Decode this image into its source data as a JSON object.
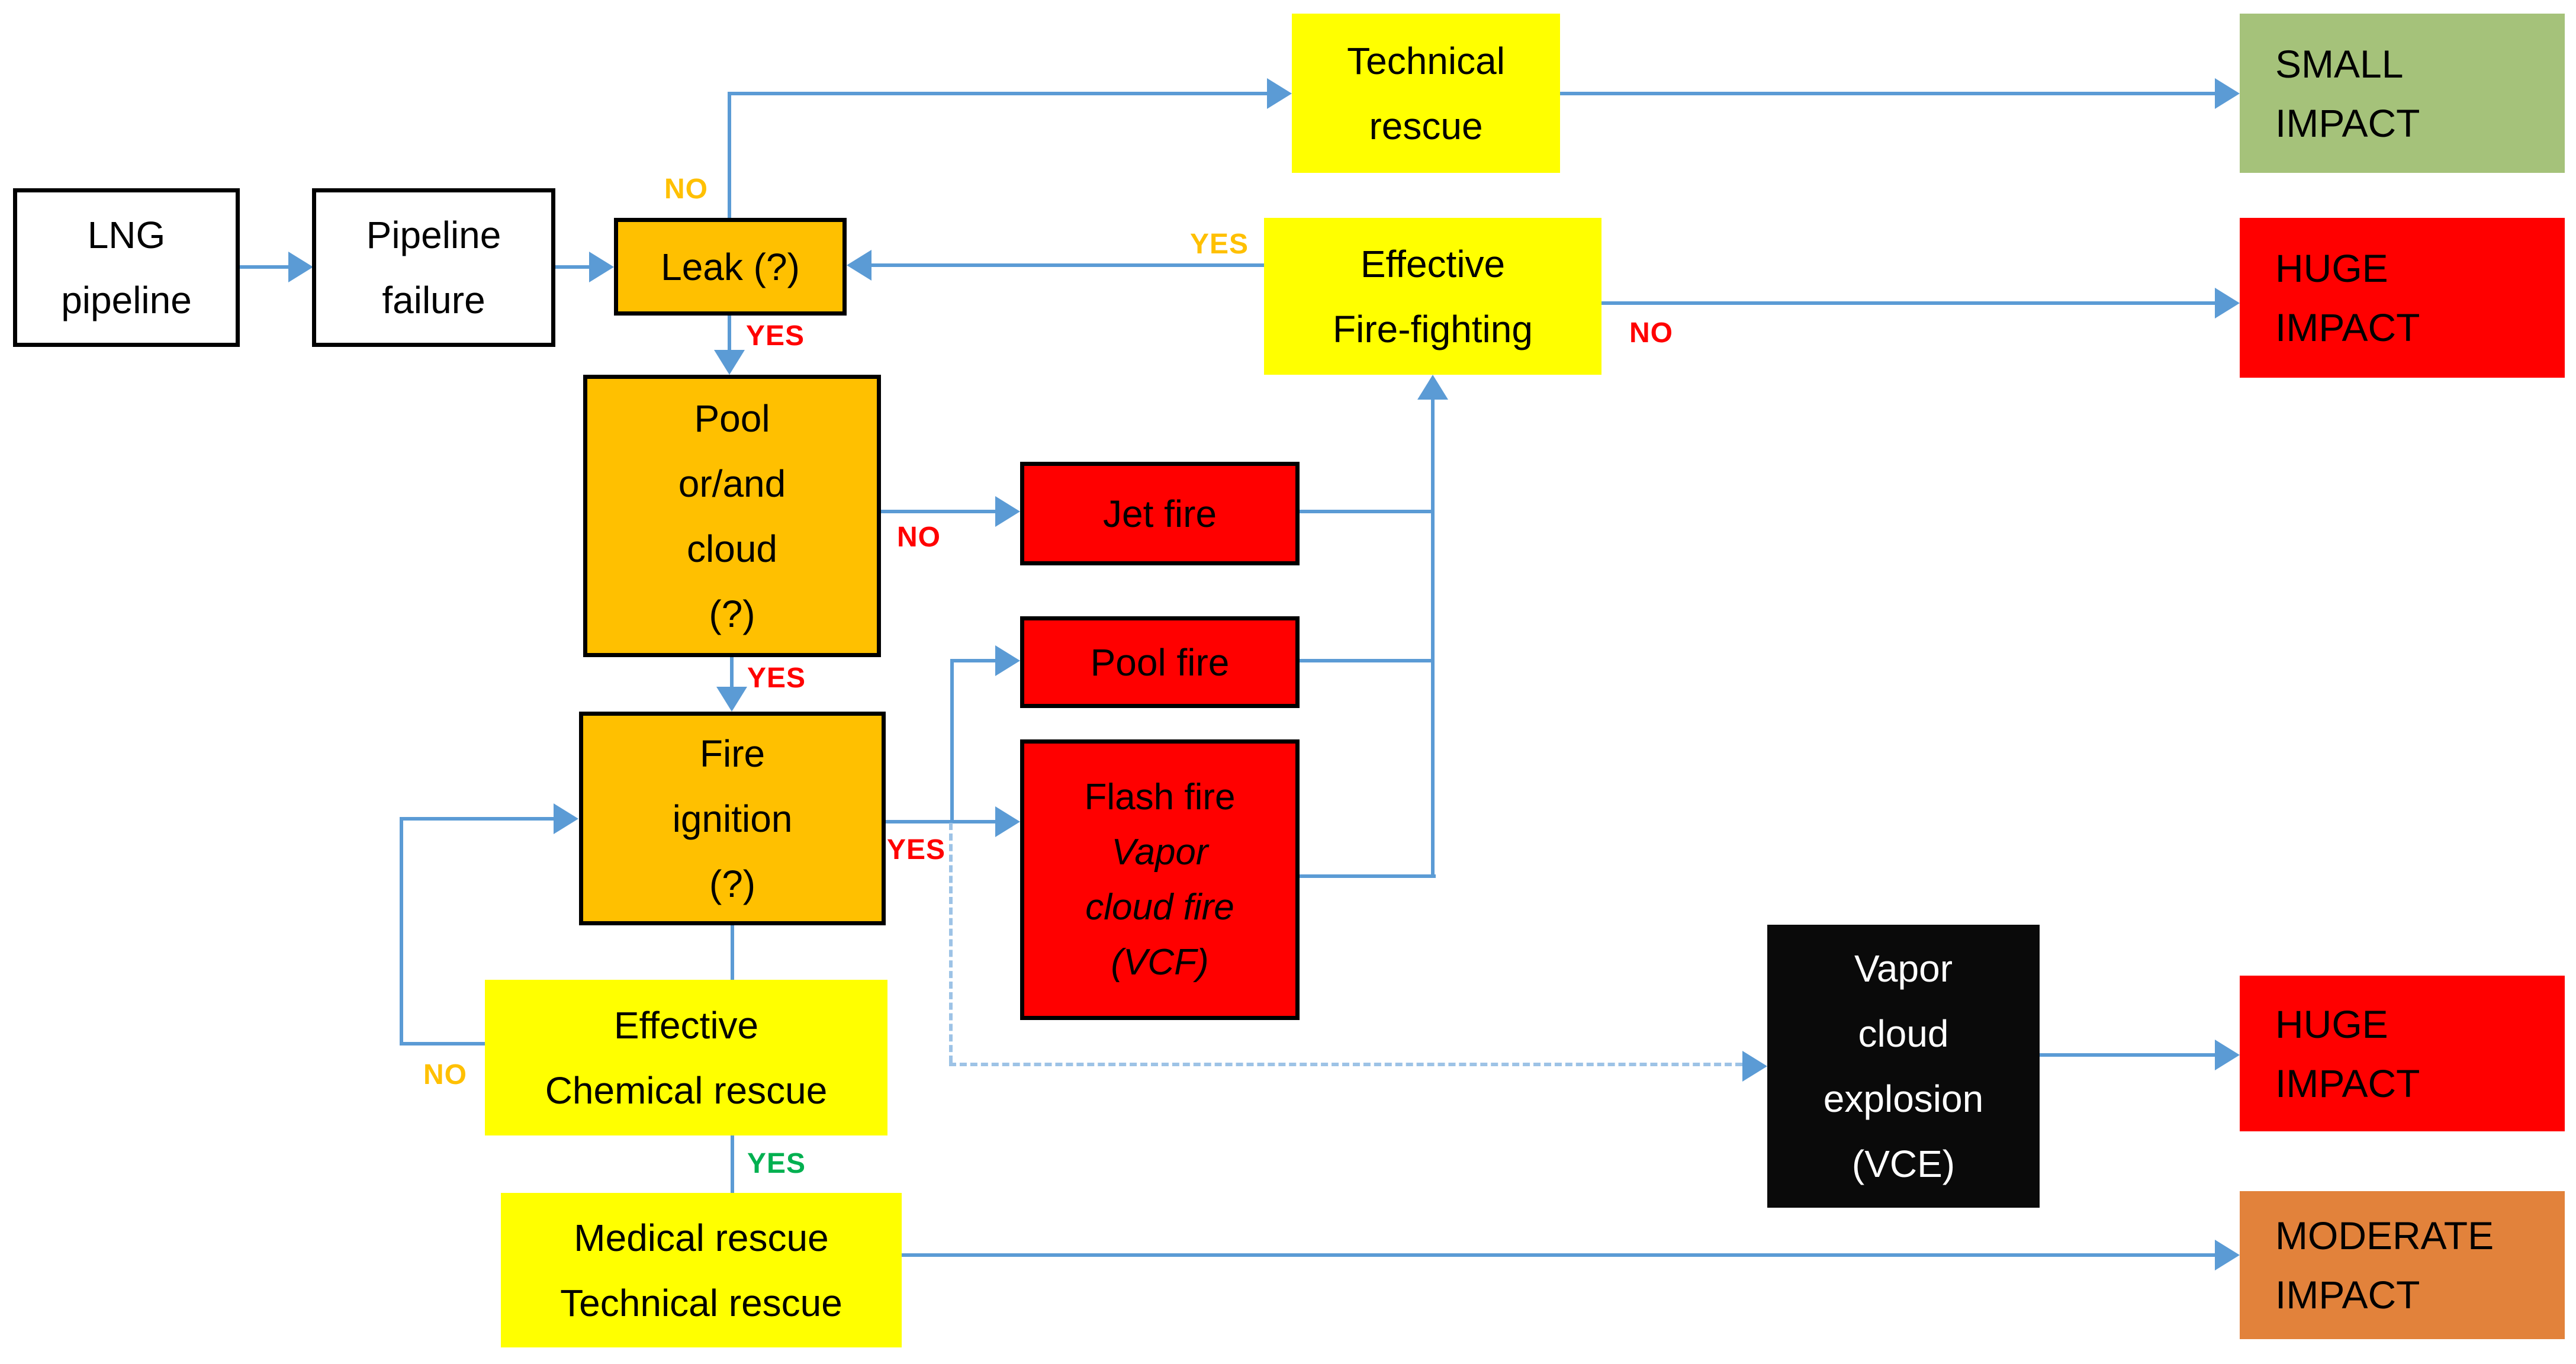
{
  "diagram": {
    "type": "event-tree flowchart",
    "subject": "LNG pipeline failure consequence scenarios"
  },
  "nodes": {
    "lng_pipeline": {
      "label": "LNG\npipeline"
    },
    "pipeline_failure": {
      "label": "Pipeline\nfailure"
    },
    "leak": {
      "label": "Leak (?)"
    },
    "technical_rescue": {
      "label": "Technical\nrescue"
    },
    "small_impact": {
      "label": "SMALL\nIMPACT"
    },
    "effective_firefighting": {
      "label": "Effective\nFire-fighting"
    },
    "huge_impact_top": {
      "label": "HUGE\nIMPACT"
    },
    "pool_or_and_cloud": {
      "label": "Pool\nor/and\ncloud\n(?)"
    },
    "jet_fire": {
      "label": "Jet fire"
    },
    "pool_fire": {
      "label": "Pool fire"
    },
    "flash_fire": {
      "label": "Flash fire",
      "sublabel": "Vapor\ncloud fire\n(VCF)"
    },
    "fire_ignition": {
      "label": "Fire\nignition\n(?)"
    },
    "effective_chemical_rescue": {
      "label": "Effective\nChemical rescue"
    },
    "medical_technical_rescue": {
      "label": "Medical rescue\nTechnical rescue"
    },
    "vapor_cloud_explosion": {
      "label": "Vapor\ncloud\nexplosion\n(VCE)"
    },
    "huge_impact_bottom": {
      "label": "HUGE\nIMPACT"
    },
    "moderate_impact": {
      "label": "MODERATE\nIMPACT"
    }
  },
  "edge_labels": {
    "leak_no": "NO",
    "leak_yes": "YES",
    "firefighting_yes": "YES",
    "firefighting_no": "NO",
    "cloud_no": "NO",
    "cloud_yes": "YES",
    "ignition_yes": "YES",
    "chemical_no": "NO",
    "chemical_yes": "YES"
  },
  "colors": {
    "decision_box_fill": "#FFC000",
    "rescue_box_fill": "#FFFF00",
    "fire_box_fill": "#FF0000",
    "small_impact_fill": "#A5C27A",
    "huge_impact_fill": "#FF0000",
    "moderate_impact_fill": "#E2823B",
    "explosion_box_fill": "#0a0a0a",
    "connector_blue": "#5B9BD5",
    "dashed_connector_blue": "#9DC3E6",
    "label_no_orange": "#FFC000",
    "label_yes_no_red": "#FF0000",
    "label_yes_green": "#00B050"
  }
}
